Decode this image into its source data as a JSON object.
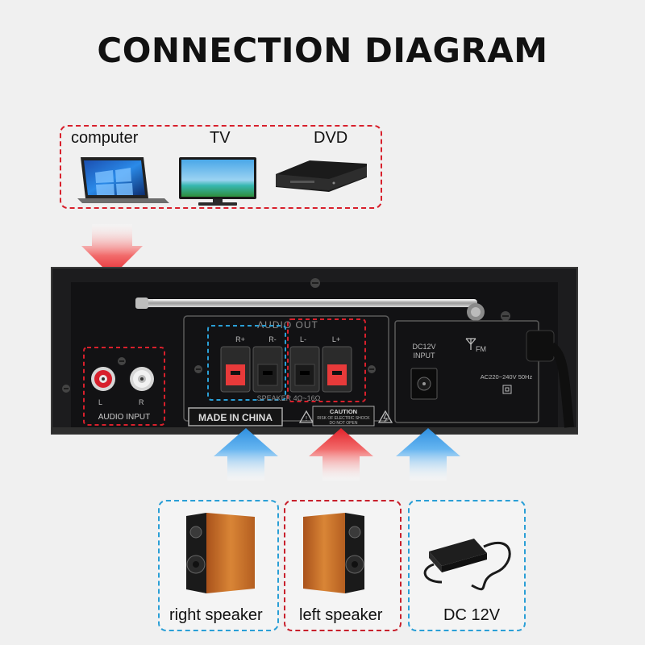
{
  "title": "CONNECTION DIAGRAM",
  "sources": {
    "computer_label": "computer",
    "tv_label": "TV",
    "dvd_label": "DVD"
  },
  "panel": {
    "audio_out": "AUDIO OUT",
    "terminals": [
      "R+",
      "R-",
      "L-",
      "L+"
    ],
    "speaker_spec": "SPEAKER 4Ω~16Ω",
    "input_left": "L",
    "input_right": "R",
    "audio_input": "AUDIO INPUT",
    "made_in": "MADE IN CHINA",
    "caution_title": "CAUTION",
    "caution_line1": "RISK OF ELECTRIC SHOCK",
    "caution_line2": "DO NOT OPEN",
    "dc_line1": "DC12V",
    "dc_line2": "INPUT",
    "fm": "FM",
    "ac_rating": "AC220~240V 50Hz"
  },
  "outputs": {
    "right_speaker_label": "right speaker",
    "left_speaker_label": "left speaker",
    "power_label": "DC 12V"
  },
  "colors": {
    "red_accent": "#d8202c",
    "blue_accent": "#2a9fd6",
    "panel_black": "#1c1c1e",
    "speaker_wood": "#c8722c"
  }
}
